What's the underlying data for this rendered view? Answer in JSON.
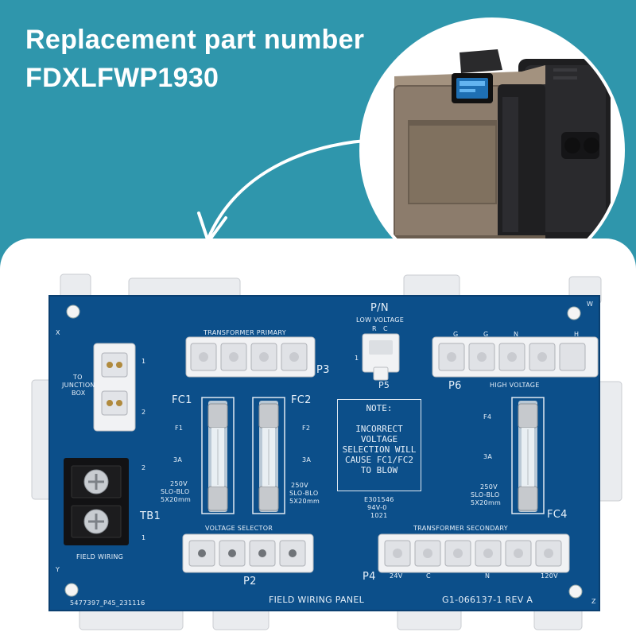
{
  "headline": {
    "line1": "Replacement part number",
    "line2": "FDXLFWP1930"
  },
  "colors": {
    "band": "#2f96ac",
    "pcb": "#0c4f8a",
    "heater_body": "#8a7b6c",
    "heater_frame": "#1d1d1f"
  },
  "board": {
    "pn_label": "P/N",
    "low_voltage_label": "LOW VOLTAGE",
    "low_voltage_pins": [
      "R",
      "C"
    ],
    "transformer_primary_label": "TRANSFORMER PRIMARY",
    "p3_label": "P3",
    "p5_label": "P5",
    "p6_label": "P6",
    "p2_label": "P2",
    "p4_label": "P4",
    "p6_pins": [
      "G",
      "G",
      "N",
      "H"
    ],
    "high_voltage_label": "HIGH VOLTAGE",
    "junction_label_1": "TO",
    "junction_label_2": "JUNCTION",
    "junction_label_3": "BOX",
    "fc1": "FC1",
    "fc2": "FC2",
    "fc4": "FC4",
    "f1": "F1",
    "f2": "F2",
    "f4": "F4",
    "amp_3a": "3A",
    "fuse_spec_1": "250V",
    "fuse_spec_2": "SLO-BLO",
    "fuse_spec_3": "5X20mm",
    "note_title": "NOTE:",
    "note_body": "INCORRECT\nVOLTAGE\nSELECTION WILL\nCAUSE FC1/FC2\nTO BLOW",
    "cert_1": "E301546",
    "cert_2": "94V-0",
    "cert_3": "1021",
    "tb1": "TB1",
    "field_wiring": "FIELD WIRING",
    "voltage_selector": "VOLTAGE SELECTOR",
    "transformer_secondary": "TRANSFORMER SECONDARY",
    "p4_left": "24V",
    "p4_c": "C",
    "p4_n": "N",
    "p4_right": "120V",
    "footer": "FIELD WIRING PANEL",
    "rev": "G1-066137-1 REV A",
    "serial": "5477397_P45_231116",
    "corner_x": "X",
    "corner_y": "Y",
    "corner_w": "W",
    "corner_z": "Z",
    "pin_1": "1",
    "pin_2": "2"
  }
}
